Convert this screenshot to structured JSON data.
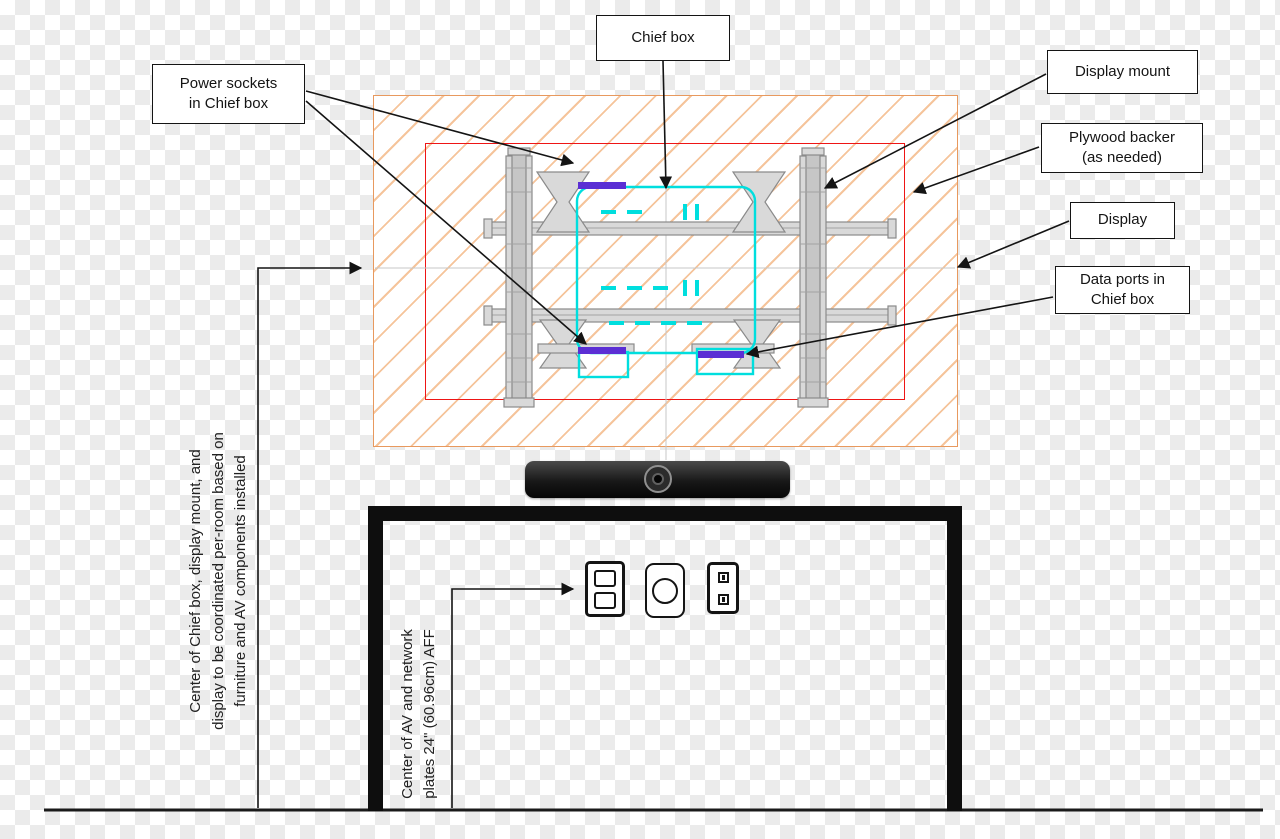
{
  "labels": {
    "chief_box": "Chief box",
    "power_sockets_line1": "Power sockets",
    "power_sockets_line2": "in Chief box",
    "display_mount": "Display mount",
    "plywood_line1": "Plywood backer",
    "plywood_line2": "(as needed)",
    "display": "Display",
    "data_ports_line1": "Data ports in",
    "data_ports_line2": "Chief box"
  },
  "notes": {
    "center_note_line1": "Center of Chief box, display mount, and",
    "center_note_line2": "display to be coordinated per-room based on",
    "center_note_line3": "furniture and AV components installed",
    "plates_note_line1": "Center of AV and network",
    "plates_note_line2": "plates 24\" (60.96cm) AFF"
  },
  "colors": {
    "accent-cyan": "#00dede",
    "accent-purple": "#5b2fd4",
    "display-red": "#ee1515",
    "plywood-orange": "#e8995e",
    "hatch-orange": "#f5c49b",
    "mount-gray": "#8a8a8a"
  }
}
